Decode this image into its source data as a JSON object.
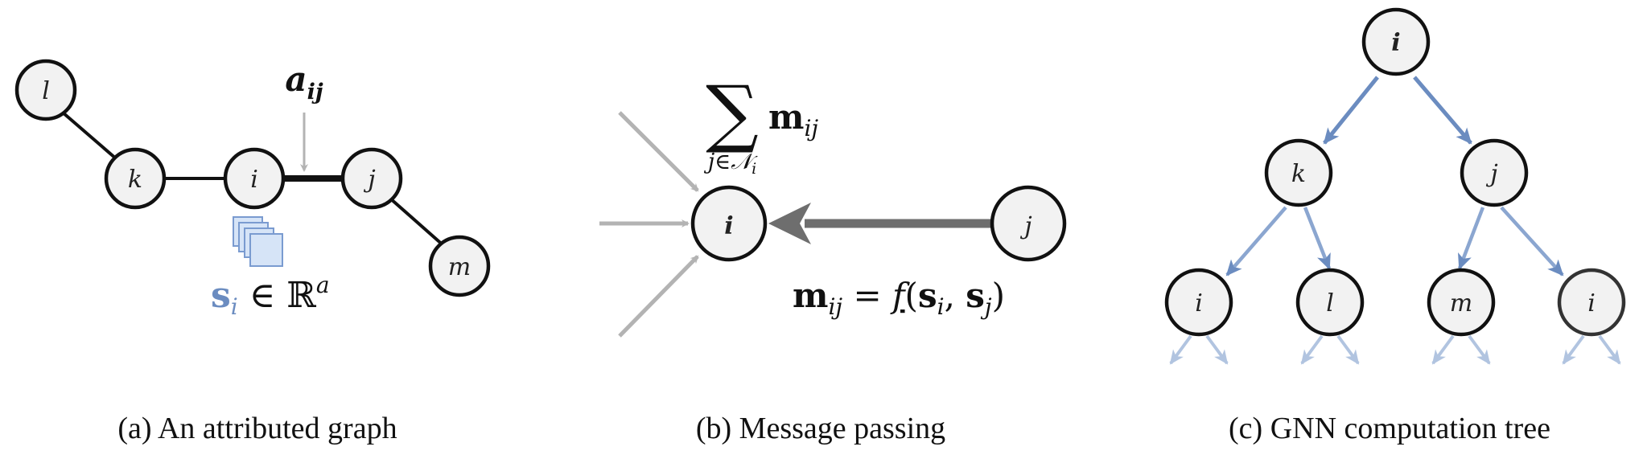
{
  "colors": {
    "tree_edge": "#6b8cc0",
    "feature_label": "#6b8cc0",
    "feature_square_fill": "#d6e4f7",
    "feature_square_stroke": "#7a9bd0",
    "message_arrow": "#6e6e6e",
    "incoming_arrow": "#b3b3b3"
  },
  "panel_a": {
    "nodes": {
      "l": "l",
      "k": "k",
      "i": "i",
      "j": "j",
      "m": "m"
    },
    "edge_attr_label": "a",
    "edge_attr_sub": "ij",
    "feature_bold": "s",
    "feature_sub": "i",
    "feature_rest": " ∈ ℝ",
    "feature_sup": "a",
    "caption": "(a) An attributed graph"
  },
  "panel_b": {
    "node_i": "i",
    "node_j": "j",
    "sum_symbol": "∑",
    "sum_bold": "m",
    "sum_sub": "ij",
    "sum_index": "j∈",
    "sum_index_cal": "𝒩",
    "sum_index_sub": "i",
    "msg_bold": "m",
    "msg_sub": "ij",
    "msg_eq": " = ",
    "msg_func": "f",
    "msg_open": "(",
    "msg_s1": "s",
    "msg_s1_sub": "i",
    "msg_comma": ", ",
    "msg_s2": "s",
    "msg_s2_sub": "j",
    "msg_close": ")",
    "caption": "(b) Message passing"
  },
  "panel_c": {
    "root": "i",
    "level1": [
      "k",
      "j"
    ],
    "level2": [
      "i",
      "l",
      "m",
      "i"
    ],
    "caption": "(c) GNN computation tree"
  }
}
